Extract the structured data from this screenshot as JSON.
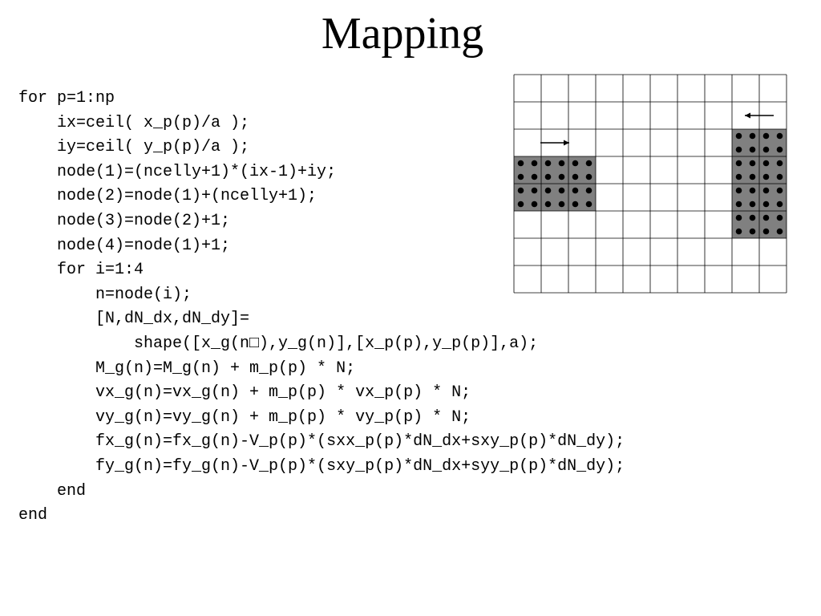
{
  "slide": {
    "title": "Mapping"
  },
  "code_lines": [
    "for p=1:np",
    "    ix=ceil( x_p(p)/a );",
    "    iy=ceil( y_p(p)/a );",
    "    node(1)=(ncelly+1)*(ix-1)+iy;",
    "    node(2)=node(1)+(ncelly+1);",
    "    node(3)=node(2)+1;",
    "    node(4)=node(1)+1;",
    "    for i=1:4",
    "        n=node(i);",
    "        [N,dN_dx,dN_dy]=",
    "            shape([x_g(n□),y_g(n)],[x_p(p),y_p(p)],a);",
    "        M_g(n)=M_g(n) + m_p(p) * N;",
    "        vx_g(n)=vx_g(n) + m_p(p) * vx_p(p) * N;",
    "        vy_g(n)=vy_g(n) + m_p(p) * vy_p(p) * N;",
    "        fx_g(n)=fx_g(n)-V_p(p)*(sxx_p(p)*dN_dx+sxy_p(p)*dN_dy);",
    "        fy_g(n)=fy_g(n)-V_p(p)*(sxy_p(p)*dN_dx+syy_p(p)*dN_dy);",
    "    end",
    "end"
  ],
  "diagram": {
    "columns": 10,
    "rows": 8,
    "particles_per_cell_side": 2,
    "fill_color": "#808080",
    "line_color": "#000000",
    "left_body": {
      "col_start": 0,
      "col_end": 3,
      "row_start": 3,
      "row_end": 5,
      "direction": "right"
    },
    "right_body": {
      "col_start": 8,
      "col_end": 10,
      "row_start": 2,
      "row_end": 6,
      "direction": "left"
    },
    "right_arrow_icon": "arrow-right-icon",
    "left_arrow_icon": "arrow-left-icon"
  }
}
